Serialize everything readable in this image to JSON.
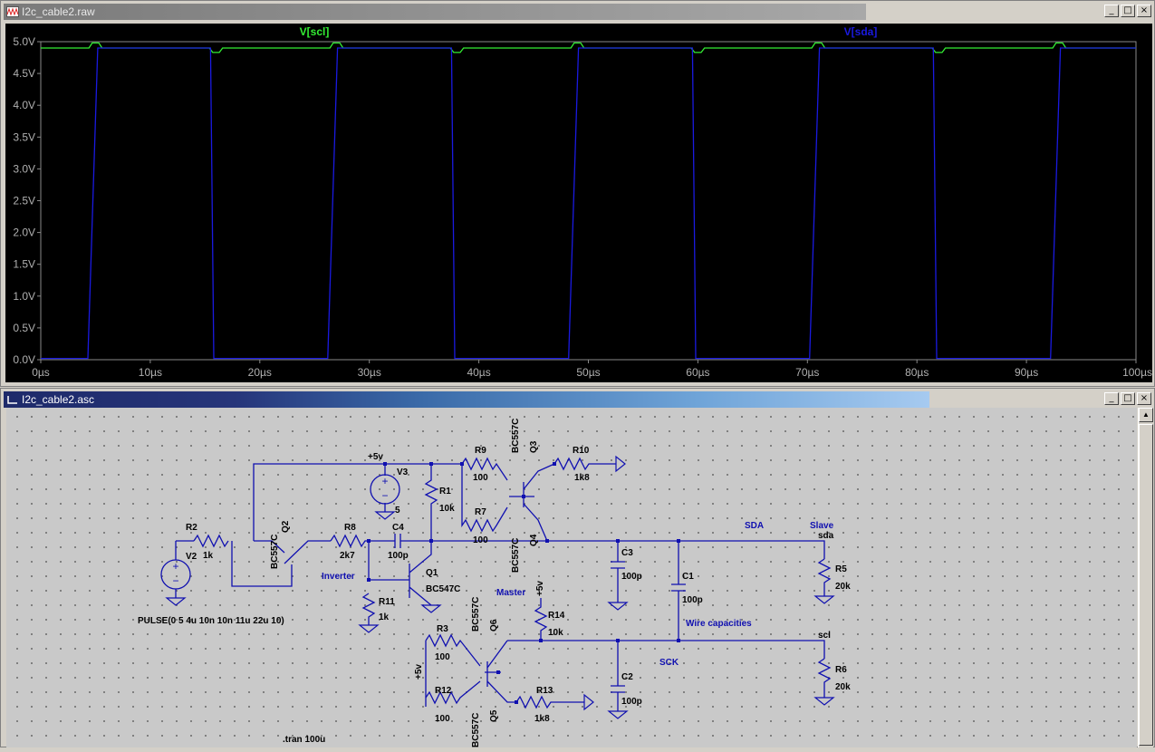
{
  "waveform_window": {
    "title": "I2c_cable2.raw",
    "controls": {
      "minimize": "_",
      "maximize": "□",
      "close": "×"
    },
    "traces": [
      {
        "name": "V[scl]",
        "color": "#33ee33"
      },
      {
        "name": "V[sda]",
        "color": "#1a1ae0"
      }
    ]
  },
  "chart_data": {
    "type": "line",
    "title": "",
    "xlabel": "",
    "ylabel": "",
    "xlim": [
      0,
      100
    ],
    "ylim": [
      0,
      5
    ],
    "x_unit": "µs",
    "x_ticks": [
      "0µs",
      "10µs",
      "20µs",
      "30µs",
      "40µs",
      "50µs",
      "60µs",
      "70µs",
      "80µs",
      "90µs",
      "100µs"
    ],
    "y_ticks": [
      "0.0V",
      "0.5V",
      "1.0V",
      "1.5V",
      "2.0V",
      "2.5V",
      "3.0V",
      "3.5V",
      "4.0V",
      "4.5V",
      "5.0V"
    ],
    "series": [
      {
        "name": "V[scl]",
        "color": "#33ee33",
        "x": [
          0,
          4.4,
          4.7,
          5.3,
          5.6,
          15.4,
          15.7,
          16.3,
          16.6,
          26.4,
          26.7,
          27.3,
          27.6,
          37.4,
          37.7,
          38.3,
          38.6,
          48.4,
          48.7,
          49.3,
          49.6,
          59.4,
          59.7,
          60.3,
          60.6,
          70.4,
          70.7,
          71.3,
          71.6,
          81.4,
          81.7,
          82.3,
          82.6,
          92.4,
          92.7,
          93.3,
          93.6,
          100
        ],
        "y": [
          4.9,
          4.9,
          4.98,
          4.98,
          4.9,
          4.9,
          4.83,
          4.83,
          4.9,
          4.9,
          4.98,
          4.98,
          4.9,
          4.9,
          4.83,
          4.83,
          4.9,
          4.9,
          4.98,
          4.98,
          4.9,
          4.9,
          4.83,
          4.83,
          4.9,
          4.9,
          4.98,
          4.98,
          4.9,
          4.9,
          4.83,
          4.83,
          4.9,
          4.9,
          4.98,
          4.98,
          4.9,
          4.9
        ]
      },
      {
        "name": "V[sda]",
        "color": "#1a1ae0",
        "x": [
          0,
          4.3,
          5.2,
          15.5,
          15.8,
          26.2,
          27.1,
          37.5,
          37.8,
          48.2,
          49.1,
          59.5,
          59.8,
          70.2,
          71.1,
          81.5,
          81.8,
          92.2,
          93.1,
          100
        ],
        "y": [
          0.02,
          0.02,
          4.9,
          4.9,
          0.02,
          0.02,
          4.9,
          4.9,
          0.02,
          0.02,
          4.9,
          4.9,
          0.02,
          0.02,
          4.9,
          4.9,
          0.02,
          0.02,
          4.9,
          4.9
        ]
      }
    ]
  },
  "schematic_window": {
    "title": "I2c_cable2.asc",
    "controls": {
      "minimize": "_",
      "maximize": "□",
      "close": "×"
    },
    "scroll_up": "▲",
    "labels": {
      "V2": "V2",
      "R2": "R2",
      "R2_val": "1k",
      "pulse": "PULSE(0 5 4u 10n 10n 11u 22u 10)",
      "Q2": "Q2",
      "Q2_model": "BC557C",
      "R8": "R8",
      "R8_val": "2k7",
      "C4": "C4",
      "C4_val": "100p",
      "inverter": "Inverter",
      "R11": "R11",
      "R11_val": "1k",
      "Q1": "Q1",
      "Q1_model": "BC547C",
      "V3": "V3",
      "V3_val": "5",
      "plus5v_top": "+5v",
      "R1": "R1",
      "R1_val": "10k",
      "R9": "R9",
      "R9_val": "100",
      "R7": "R7",
      "R7_val": "100",
      "Q3": "Q3",
      "Q3_model": "BC557C",
      "Q4": "Q4",
      "Q4_model": "BC557C",
      "R10": "R10",
      "R10_val": "1k8",
      "C3": "C3",
      "C3_val": "100p",
      "C1": "C1",
      "C1_val": "100p",
      "wire_caps": "Wire capacities",
      "SDA": "SDA",
      "slave": "Slave",
      "sda": "sda",
      "R5": "R5",
      "R5_val": "20k",
      "scl": "scl",
      "SCK": "SCK",
      "R6": "R6",
      "R6_val": "20k",
      "master": "Master",
      "plus5v_mid": "+5v",
      "R14": "R14",
      "R14_val": "10k",
      "Q6": "Q6",
      "Q6_model": "BC557C",
      "R3": "R3",
      "R3_val": "100",
      "plus5v_left": "+5v",
      "R12": "R12",
      "R12_val": "100",
      "Q5": "Q5",
      "Q5_model": "BC557C",
      "R13": "R13",
      "R13_val": "1k8",
      "C2": "C2",
      "C2_val": "100p",
      "tran": ".tran 100u"
    }
  }
}
